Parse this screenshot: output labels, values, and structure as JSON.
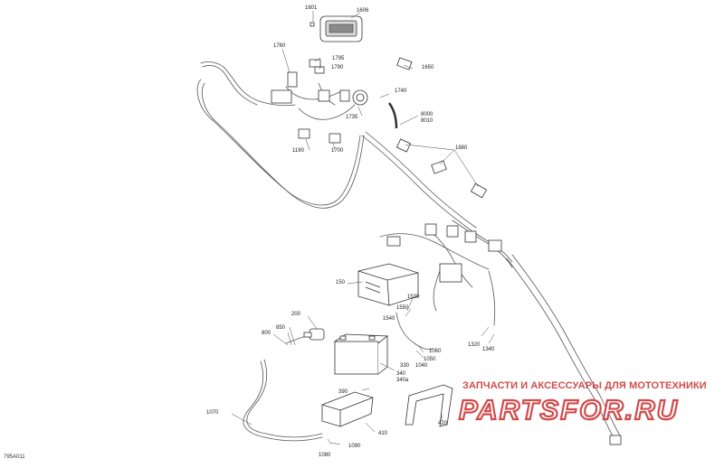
{
  "diagram": {
    "drawing_id": "795A011",
    "callouts": [
      "1601",
      "1606",
      "1760",
      "1795",
      "1790",
      "1650",
      "1740",
      "1735",
      "8000",
      "8010",
      "1880",
      "1190",
      "1700",
      "150",
      "1550",
      "1530",
      "1540",
      "200",
      "850",
      "800",
      "1320",
      "1340",
      "1060",
      "1050",
      "1040",
      "330",
      "340",
      "340a",
      "390",
      "410",
      "420",
      "1070",
      "1080",
      "1090"
    ]
  },
  "watermark": {
    "text": "ЗАПЧАСТИ И АКСЕССУАРЫ ДЛЯ МОТОТЕХНИКИ",
    "logo_text": "PARTSFOR.RU",
    "color": "#d24b4b"
  }
}
